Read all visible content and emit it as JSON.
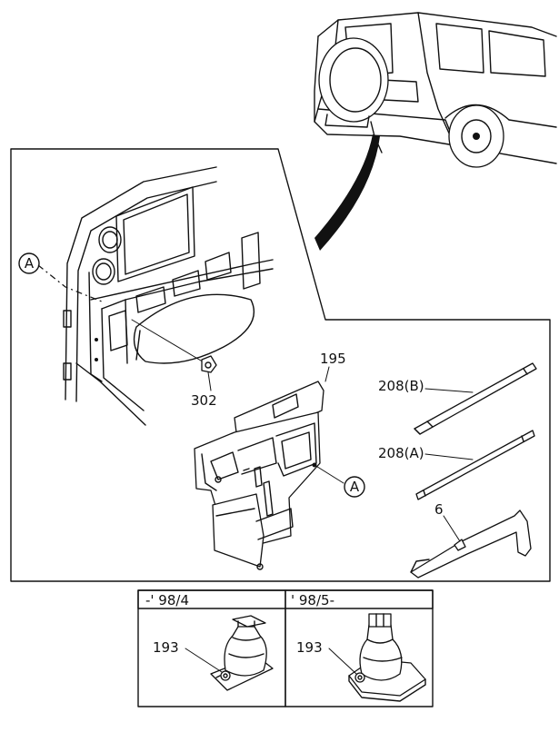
{
  "diagram": {
    "callouts": {
      "ref_a_top": "A",
      "ref_a_side": "A",
      "part_302": "302",
      "part_195": "195",
      "part_208b": "208(B)",
      "part_208a": "208(A)",
      "part_6": "6",
      "part_193_left": "193",
      "part_193_right": "193"
    },
    "panels": {
      "left_label": "-' 98/4",
      "right_label": "' 98/5-"
    }
  }
}
